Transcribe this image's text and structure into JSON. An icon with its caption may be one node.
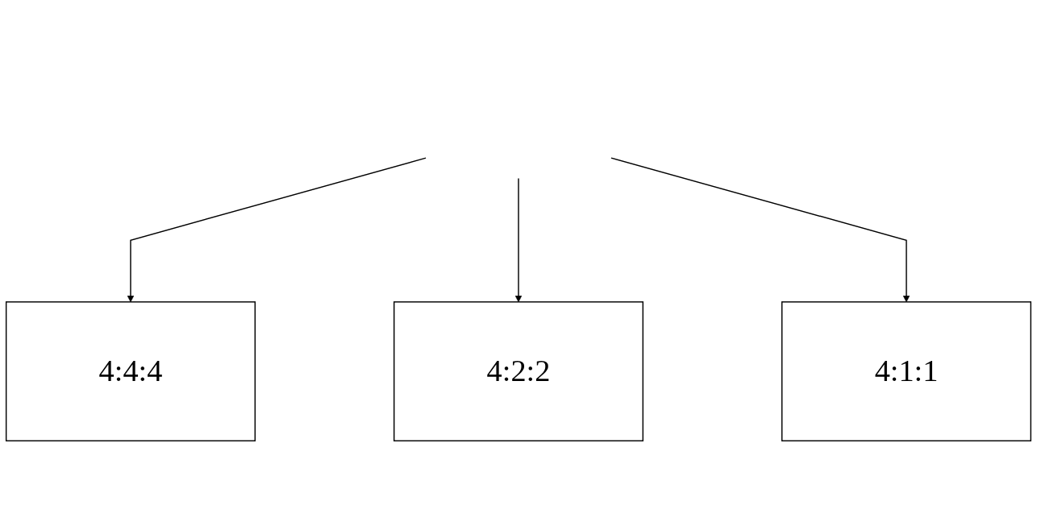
{
  "diagram": {
    "nodes": [
      {
        "text": [
          "4:4:4"
        ]
      },
      {
        "text": [
          "4:2:2"
        ]
      },
      {
        "text": [
          "4:1:1"
        ]
      }
    ],
    "edges": [
      {
        "from": null,
        "to": 0,
        "arrow": "to"
      },
      {
        "from": null,
        "to": 1,
        "arrow": "to"
      },
      {
        "from": null,
        "to": 2,
        "arrow": "to"
      }
    ]
  }
}
